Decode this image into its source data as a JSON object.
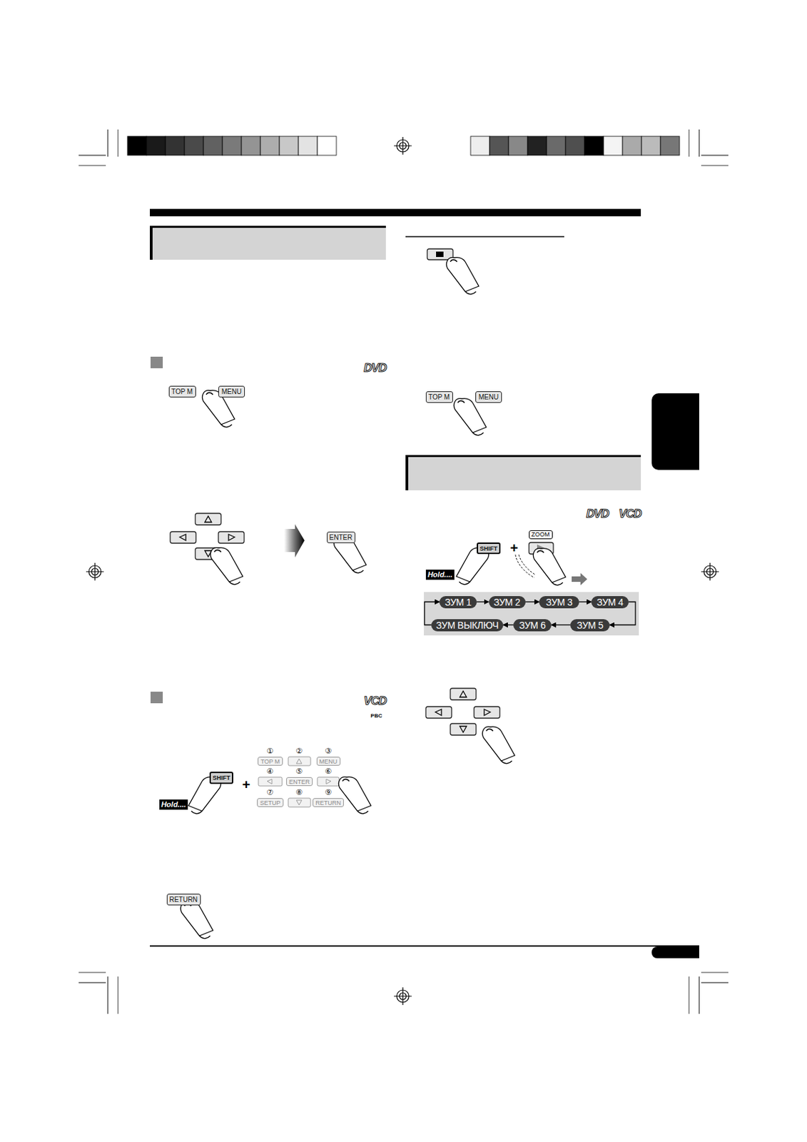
{
  "diagram": {
    "nodes": [
      {
        "text": [
          "TOP M"
        ]
      },
      {
        "text": [
          "MENU"
        ]
      },
      {
        "text": [
          "ENTER"
        ]
      },
      {
        "text": [
          "SHIFT"
        ]
      },
      {
        "text": [
          "TOP M"
        ]
      },
      {
        "text": [
          "MENU"
        ]
      },
      {
        "text": [
          "ENTER"
        ]
      },
      {
        "text": [
          "SETUP"
        ]
      },
      {
        "text": [
          "RETURN"
        ]
      },
      {
        "text": [
          "RETURN"
        ]
      },
      {
        "text": [
          "TOP M"
        ]
      },
      {
        "text": [
          "MENU"
        ]
      },
      {
        "text": [
          "SHIFT"
        ]
      },
      {
        "text": [
          "ЗУМ 1"
        ]
      },
      {
        "text": [
          "ЗУМ 2"
        ]
      },
      {
        "text": [
          "ЗУМ 3"
        ]
      },
      {
        "text": [
          "ЗУМ 4"
        ]
      },
      {
        "text": [
          "ЗУМ 5"
        ]
      },
      {
        "text": [
          "ЗУМ 6"
        ]
      },
      {
        "text": [
          "ЗУМ ВЫКЛЮЧ"
        ]
      }
    ],
    "edges": [
      {
        "from": 13,
        "to": 14,
        "arrow": "to"
      },
      {
        "from": 14,
        "to": 15,
        "arrow": "to"
      },
      {
        "from": 15,
        "to": 16,
        "arrow": "to"
      },
      {
        "from": 16,
        "to": 17,
        "arrow": "to"
      },
      {
        "from": 17,
        "to": 18,
        "arrow": "to"
      },
      {
        "from": 18,
        "to": 19,
        "arrow": "to"
      },
      {
        "from": 19,
        "to": 13,
        "arrow": "to"
      }
    ],
    "labels": [
      "DVD",
      "VCD",
      "PBC",
      "Hold....",
      "+",
      "①",
      "②",
      "③",
      "④",
      "⑤",
      "⑥",
      "⑦",
      "⑧",
      "⑨",
      "ZOOM",
      "+",
      "Hold....",
      "DVD",
      "VCD"
    ]
  }
}
